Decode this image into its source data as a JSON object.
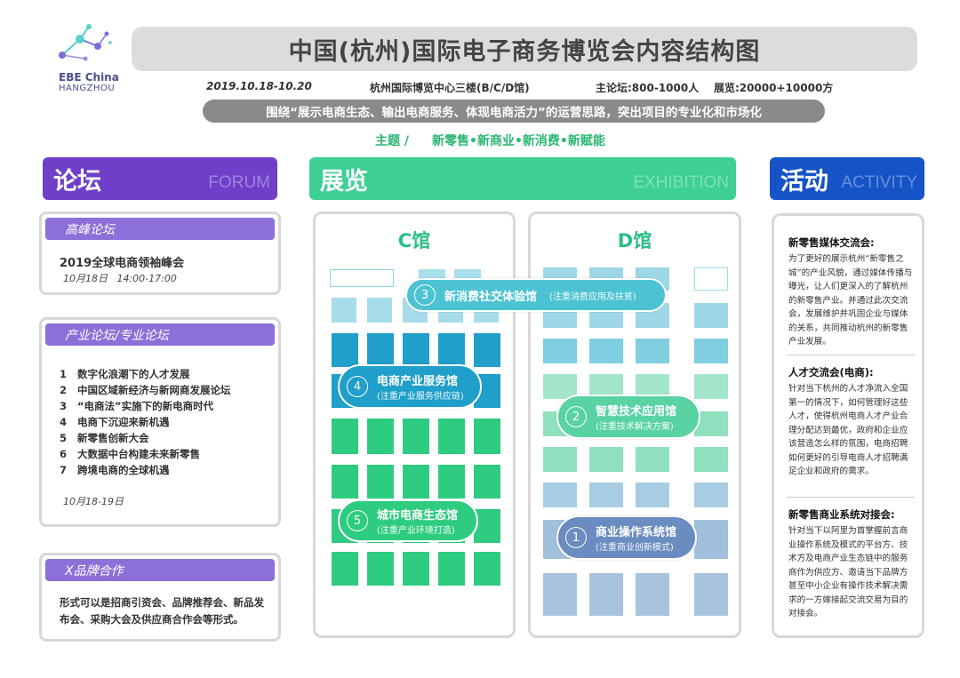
{
  "logo": {
    "name": "EBE China",
    "sub": "HANGZHOU"
  },
  "title": "中国(杭州)国际电子商务博览会内容结构图",
  "info": {
    "date": "2019.10.18-10.20",
    "venue": "杭州国际博览中心三楼(B/C/D馆)",
    "scale": "主论坛:800-1000人    展览:20000+10000方"
  },
  "theme_text": "围绕“展示电商生态、输出电商服务、体现电商活力”的运营思路，突出项目的专业化和市场化",
  "topic": {
    "label": "主题 /",
    "value": "新零售•新商业•新消费•新赋能"
  },
  "colors": {
    "forum": "#6f3fc9",
    "expo": "#3ecf95",
    "activity": "#1553c7"
  },
  "forum": {
    "cn": "论坛",
    "en": "FORUM",
    "summit": {
      "head": "高峰论坛",
      "title": "2019全球电商领袖峰会",
      "time": "10月18日   14:00-17:00"
    },
    "industry": {
      "head": "产业论坛/专业论坛",
      "items": [
        {
          "n": "1",
          "text": "数字化浪潮下的人才发展"
        },
        {
          "n": "2",
          "text": "中国区域新经济与新网商发展论坛"
        },
        {
          "n": "3",
          "text": "“电商法”实施下的新电商时代"
        },
        {
          "n": "4",
          "text": "电商下沉迎来新机遇"
        },
        {
          "n": "5",
          "text": "新零售创新大会"
        },
        {
          "n": "6",
          "text": "大数据中台构建未来新零售"
        },
        {
          "n": "7",
          "text": "跨境电商的全球机遇"
        }
      ],
      "time": "10月18-19日"
    },
    "brand": {
      "head": "X品牌合作",
      "text": "形式可以是招商引资会、品牌推荐会、新品发布会、采购大会及供应商合作会等形式。"
    }
  },
  "expo": {
    "cn": "展览",
    "en": "EXHIBITION",
    "hall_c": "C馆",
    "hall_d": "D馆",
    "zones": [
      {
        "num": "1",
        "name": "商业操作系统馆",
        "note": "(注重商业创新模式)",
        "color": "#6a8cc0"
      },
      {
        "num": "2",
        "name": "智慧技术应用馆",
        "note": "(注重技术解决方案)",
        "color": "#59d2a4"
      },
      {
        "num": "3",
        "name": "新消费社交体验馆",
        "note": "(注重消费应用及扶贫)",
        "color": "#4cc3d2"
      },
      {
        "num": "4",
        "name": "电商产业服务馆",
        "note": "(注重产业服务供应链)",
        "color": "#1f9fc9"
      },
      {
        "num": "5",
        "name": "城市电商生态馆",
        "note": "(注重产业环境打造)",
        "color": "#2ecc80"
      }
    ]
  },
  "activity": {
    "cn": "活动",
    "en": "ACTIVITY",
    "sections": [
      {
        "head": "新零售媒体交流会:",
        "text": "为了更好的展示杭州“新零售之城”的产业风貌，通过媒体传播与曝光，让人们更深入的了解杭州的新零售产业。并通过此次交流会，发展维护并巩固企业与媒体的关系，共同推动杭州的新零售产业发展。"
      },
      {
        "head": "人才交流会(电商):",
        "text": "针对当下杭州的人才净流入全国第一的情况下，如何管理好这些人才，使得杭州电商人才产业合理分配达到最优，政府和企业应该营造怎么样的氛围，电商招聘如何更好的引导电商人才招聘满足企业和政府的需求。"
      },
      {
        "head": "新零售商业系统对接会:",
        "text": "针对当下以阿里为首掌握前言商业操作系统及模式的平台方、技术方及电商产业生态链中的服务商作为供应方、邀请当下品牌方甚至中小企业有操作技术解决需求的一方嫁接起交流交易为目的对接会。"
      }
    ]
  }
}
